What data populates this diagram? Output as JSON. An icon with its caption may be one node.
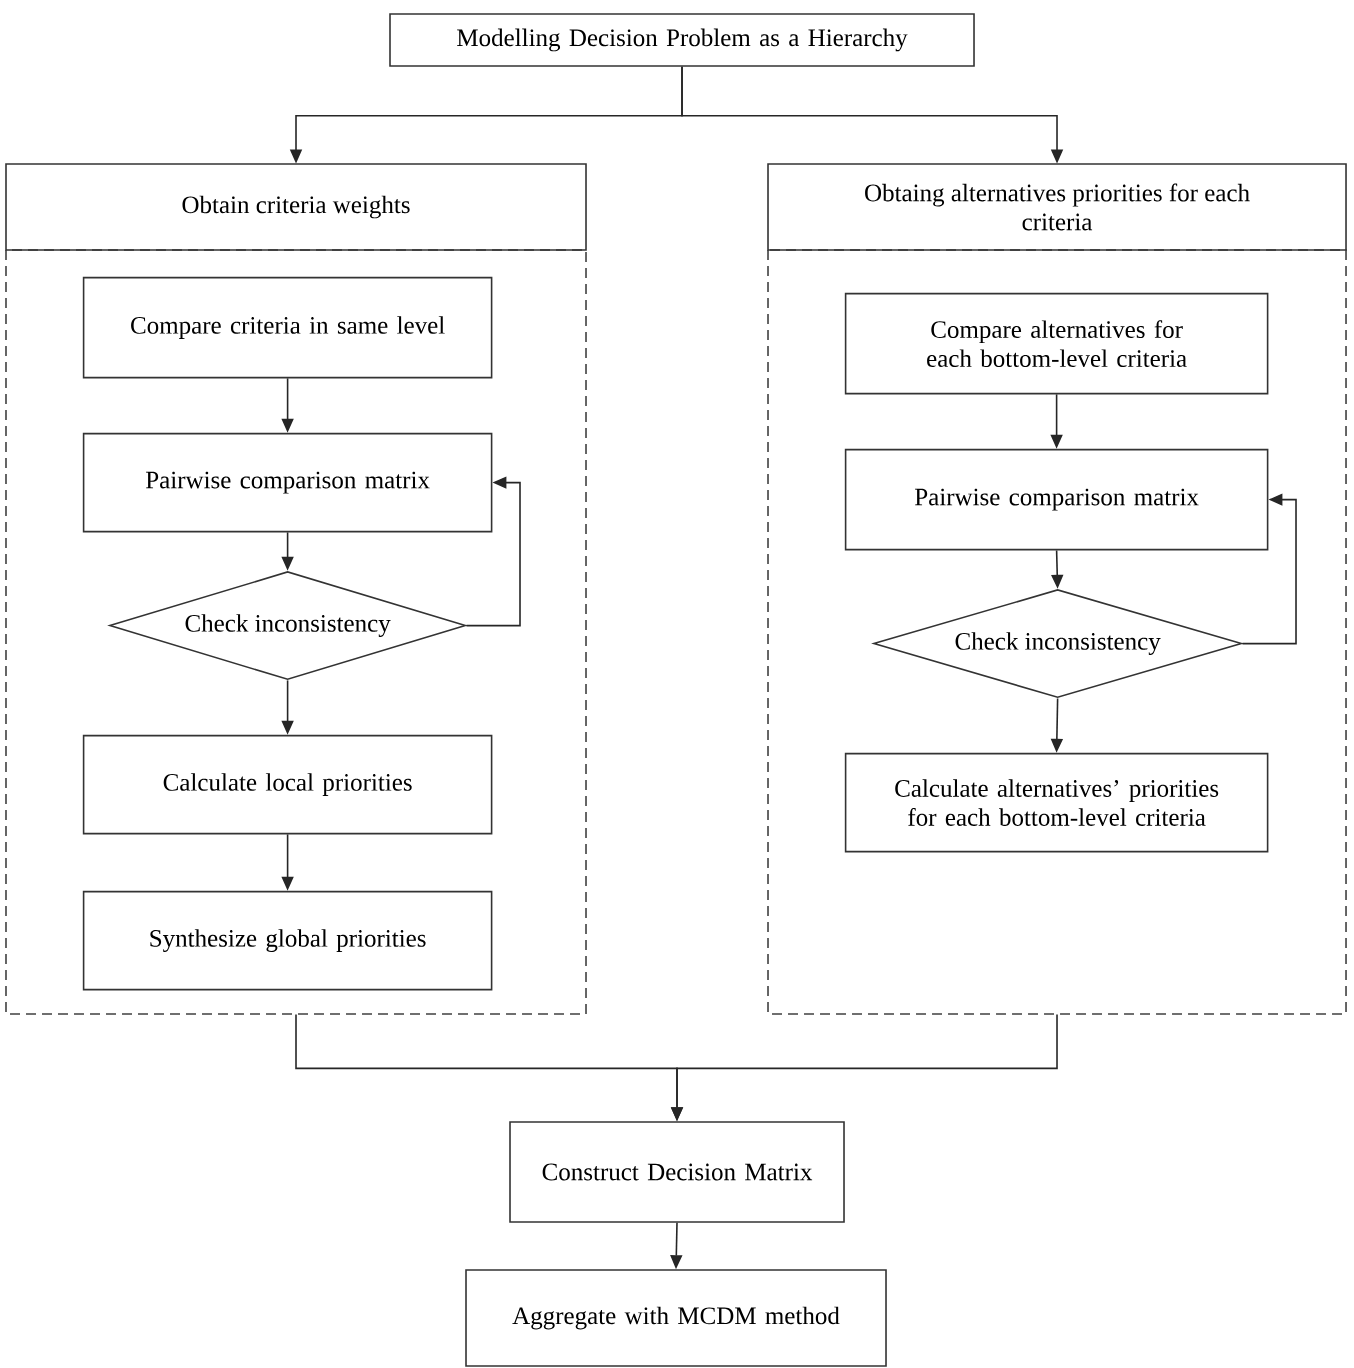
{
  "diagram": {
    "nodes": [
      {
        "text": [
          "Modelling Decision Problem as a Hierarchy"
        ]
      },
      {
        "text": [
          "Obtain criteria weights"
        ]
      },
      {
        "text": [
          "Compare criteria in same level"
        ],
        "in": 1
      },
      {
        "text": [
          "Pairwise comparison matrix"
        ],
        "in": 1
      },
      {
        "text": [
          "Check inconsistency"
        ],
        "in": 1
      },
      {
        "text": [
          "Calculate local priorities"
        ],
        "in": 1
      },
      {
        "text": [
          "Synthesize global priorities"
        ],
        "in": 1
      },
      {
        "text": [
          "Obtaing alternatives priorities for each criteria"
        ]
      },
      {
        "text": [
          "Compare alternatives for each bottom-level criteria"
        ],
        "in": 7
      },
      {
        "text": [
          "Pairwise comparison matrix"
        ],
        "in": 7
      },
      {
        "text": [
          "Check inconsistency"
        ],
        "in": 7
      },
      {
        "text": [
          "Calculate alternatives’ priorities for each bottom-level criteria"
        ],
        "in": 7
      },
      {
        "text": [
          "Construct Decision Matrix"
        ]
      },
      {
        "text": [
          "Aggregate with MCDM method"
        ]
      }
    ],
    "edges": [
      {
        "from": 0,
        "to": 1,
        "arrow": "to"
      },
      {
        "from": 0,
        "to": 7,
        "arrow": "to"
      },
      {
        "from": 2,
        "to": 3,
        "arrow": "to"
      },
      {
        "from": 3,
        "to": 4,
        "arrow": "to"
      },
      {
        "from": 4,
        "to": 3,
        "arrow": "to"
      },
      {
        "from": 4,
        "to": 5,
        "arrow": "to"
      },
      {
        "from": 5,
        "to": 6,
        "arrow": "to"
      },
      {
        "from": 8,
        "to": 9,
        "arrow": "to"
      },
      {
        "from": 9,
        "to": 10,
        "arrow": "to"
      },
      {
        "from": 10,
        "to": 9,
        "arrow": "to"
      },
      {
        "from": 10,
        "to": 11,
        "arrow": "to"
      },
      {
        "from": 1,
        "to": 12,
        "arrow": "to"
      },
      {
        "from": 7,
        "to": 12,
        "arrow": "to"
      },
      {
        "from": 12,
        "to": 13,
        "arrow": "to"
      }
    ]
  }
}
